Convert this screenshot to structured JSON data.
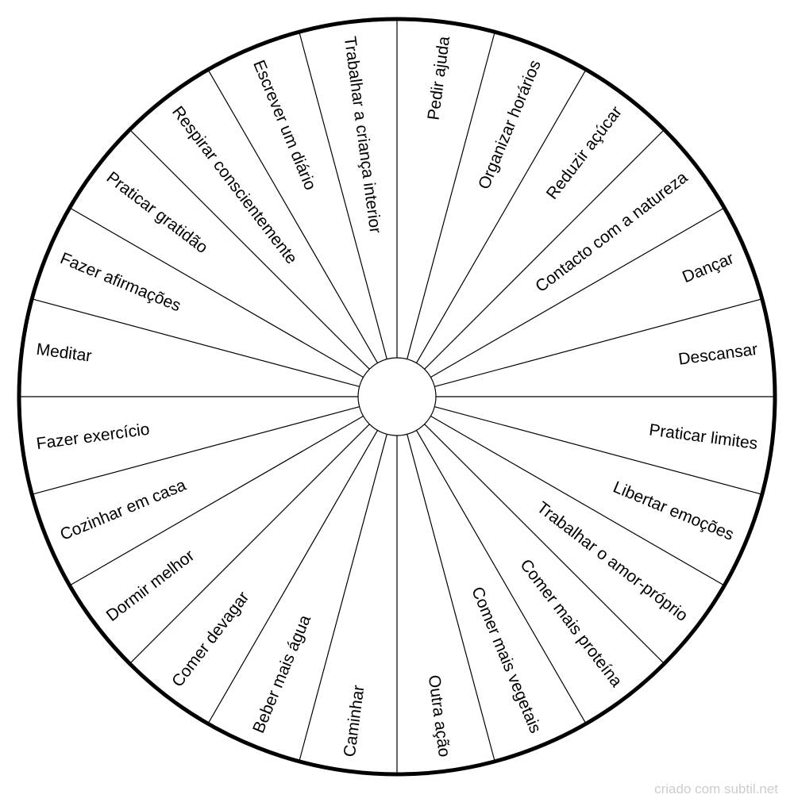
{
  "wheel": {
    "segments": [
      {
        "label": "Pedir ajuda"
      },
      {
        "label": "Organizar horários"
      },
      {
        "label": "Reduzir açúcar"
      },
      {
        "label": "Contacto com a natureza"
      },
      {
        "label": "Dançar"
      },
      {
        "label": "Descansar"
      },
      {
        "label": "Praticar limites"
      },
      {
        "label": "Libertar emoções"
      },
      {
        "label": "Trabalhar o amor-próprio"
      },
      {
        "label": "Comer mais proteína"
      },
      {
        "label": "Comer mais vegetais"
      },
      {
        "label": "Outra ação"
      },
      {
        "label": "Caminhar"
      },
      {
        "label": "Beber mais água"
      },
      {
        "label": "Comer devagar"
      },
      {
        "label": "Dormir melhor"
      },
      {
        "label": "Cozinhar em casa"
      },
      {
        "label": "Fazer exercício"
      },
      {
        "label": "Meditar"
      },
      {
        "label": "Fazer afirmações"
      },
      {
        "label": "Praticar gratidão"
      },
      {
        "label": "Respirar conscientemente"
      },
      {
        "label": "Escrever um diário"
      },
      {
        "label": "Trabalhar a criança interior"
      }
    ],
    "colors": {
      "outline": "#000000",
      "fill": "#ffffff",
      "credit_text": "#cccccc"
    }
  },
  "footer": {
    "credit": "criado com subtil.net"
  }
}
